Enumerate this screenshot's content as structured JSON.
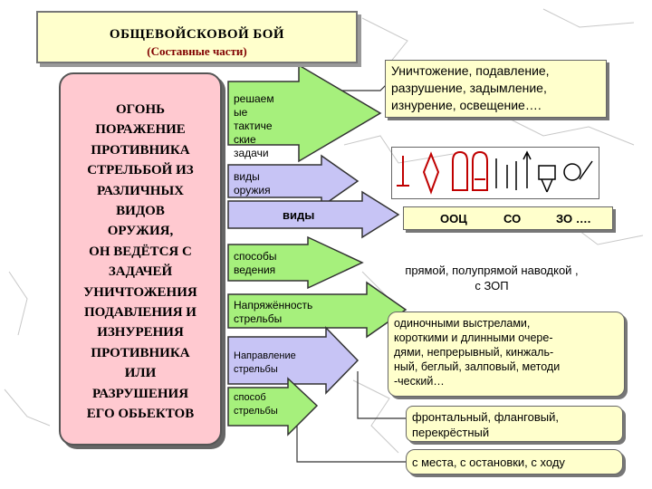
{
  "title": {
    "main": "ОБЩЕВОЙСКОВОЙ БОЙ",
    "sub": "(Составные части)"
  },
  "left": {
    "lines": [
      "ОГОНЬ",
      "ПОРАЖЕНИЕ",
      "ПРОТИВНИКА",
      "СТРЕЛЬБОЙ ИЗ",
      "РАЗЛИЧНЫХ",
      "ВИДОВ",
      "ОРУЖИЯ,",
      "ОН ВЕДЁТСЯ С",
      "ЗАДАЧЕЙ",
      "УНИЧТОЖЕНИЯ",
      "ПОДАВЛЕНИЯ И",
      "ИЗНУРЕНИЯ",
      "ПРОТИВНИКА",
      "ИЛИ",
      "РАЗРУШЕНИЯ",
      "ЕГО ОБЬЕКТОВ"
    ]
  },
  "middle": {
    "tasks": [
      "решаем",
      "ые",
      "тактиче",
      "ские",
      "задачи"
    ],
    "weapons": [
      "виды",
      "оружия"
    ],
    "kinds": "виды",
    "methods": [
      "способы",
      "ведения"
    ],
    "intensity": [
      "Напряжённость",
      "стрельбы"
    ],
    "direction": [
      "Направление",
      "стрельбы"
    ],
    "way": [
      "способ",
      "стрельбы"
    ]
  },
  "boxes": {
    "tasks": [
      "Уничтожение, подавление,",
      "разрушение, задымление,",
      "изнурение, освещение…."
    ],
    "kinds": {
      "a": "ООЦ",
      "b": "СО",
      "c": "ЗО …."
    },
    "methods": [
      "прямой, полупрямой наводкой ,",
      "с ЗОП"
    ],
    "intensity": [
      "одиночными выстрелами,",
      "короткими и длинными очере-",
      "дями, непрерывный, кинжаль-",
      "ный, беглый, залповый, методи",
      "-ческий…"
    ],
    "direction": [
      "фронтальный, фланговый,",
      "перекрёстный"
    ],
    "way": "с места, с остановки, с ходу"
  },
  "colors": {
    "title_bg": "#ffffcc",
    "left_bg": "#ffc9d0",
    "green": "#a6f07c",
    "violet": "#c7c4f5",
    "box_bg": "#ffffcc"
  }
}
